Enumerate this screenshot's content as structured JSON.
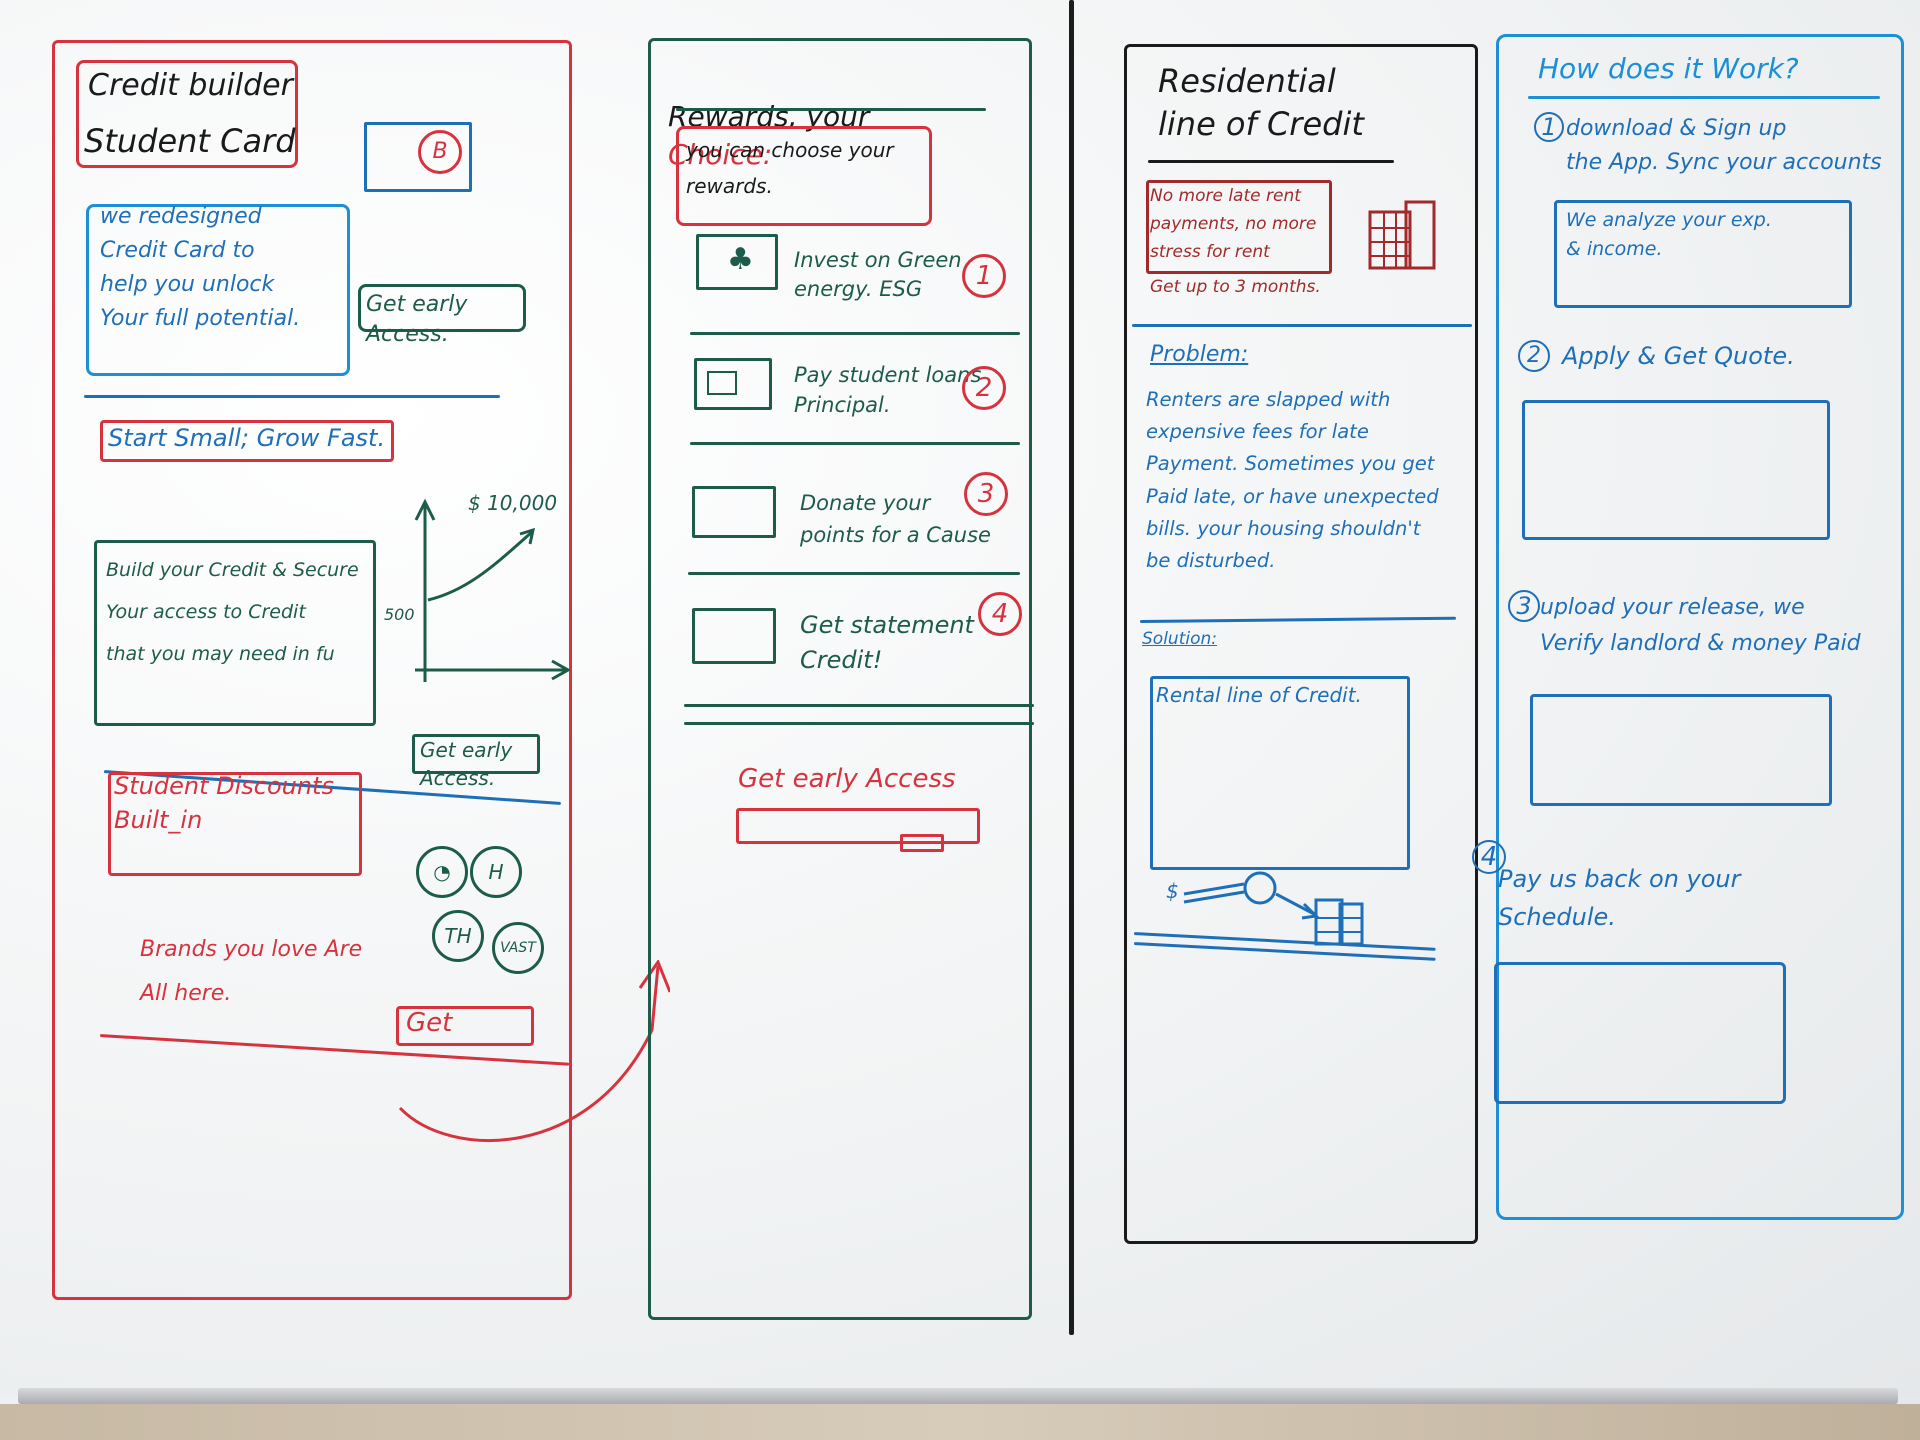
{
  "colors": {
    "red": "#d6333f",
    "teal": "#1d5c4a",
    "blue": "#1f6fb8",
    "sky": "#1c8fd6",
    "dark": "#1a1a1a",
    "brown": "#a32a2a"
  },
  "panel1": {
    "title_line1": "Credit builder",
    "title_line2": "Student Card",
    "logo_text": "B",
    "intro": "we redesigned\nCredit Card to\nhelp you unlock\nYour full potential.",
    "cta1": "Get early\nAccess.",
    "section1_title": "Start Small; Grow Fast.",
    "chart_top_label": "$ 10,000",
    "chart_mid_label": "500",
    "section1_text": "Build your Credit & Secure\nYour access to Credit\nthat you may need in fu",
    "cta2": "Get early\nAccess.",
    "section2_title": "Student Discounts\nBuilt_in",
    "brand_badges": [
      "H",
      "TH",
      "VAST"
    ],
    "brands_text": "Brands you love Are\nAll here.",
    "cta3": "Get"
  },
  "panel2": {
    "title_prefix": "Rewards, your",
    "title_highlight": "Choice:",
    "subtitle": "you can choose your\nrewards.",
    "rewards": [
      {
        "label": "Invest on Green\nenergy. ESG",
        "number": "1",
        "icon": "tree-icon"
      },
      {
        "label": "Pay student loans\nPrincipal.",
        "number": "2",
        "icon": "flag-icon"
      },
      {
        "label": "Donate your\npoints for a Cause",
        "number": "3",
        "icon": "empty-image-icon"
      },
      {
        "label": "Get statement\nCredit!",
        "number": "4",
        "icon": "empty-image-icon"
      }
    ],
    "cta_title": "Get early Access"
  },
  "panel3": {
    "title": "Residential\nline of Credit",
    "tagline": "No more late rent\npayments, no more\nstress for rent",
    "subnote": "Get up to 3 months.",
    "problem_title": "Problem:",
    "problem_text": "Renters are slapped with\nexpensive fees for late\nPayment. Sometimes you get\nPaid late, or have unexpected\nbills. your housing shouldn't\nbe disturbed.",
    "solution_title": "Solution:",
    "solution_text": "Rental line of Credit."
  },
  "panel4": {
    "title": "How does it Work?",
    "steps": [
      {
        "number": "1",
        "text": "download & Sign up\nthe App. Sync your accounts",
        "box_text": "We analyze your exp.\n& income."
      },
      {
        "number": "2",
        "text": "Apply & Get Quote.",
        "box_text": ""
      },
      {
        "number": "3",
        "text": "upload your release, we\nVerify landlord & money Paid",
        "box_text": ""
      },
      {
        "number": "4",
        "text": "Pay us back on your\nSchedule.",
        "box_text": ""
      }
    ]
  }
}
